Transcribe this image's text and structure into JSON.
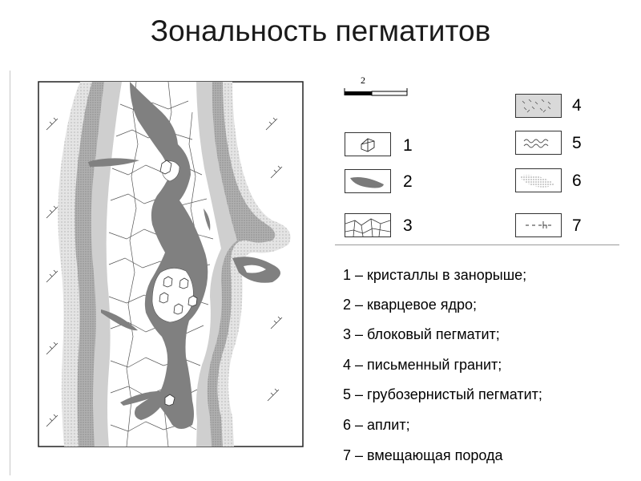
{
  "title": "Зональность пегматитов",
  "scale": {
    "label": "2"
  },
  "legend": [
    {
      "num": "1",
      "symbol": "crystal-symbol-icon",
      "text": "1 – кристаллы в занорыше;"
    },
    {
      "num": "2",
      "symbol": "quartz-core-symbol-icon",
      "text": "2 – кварцевое ядро;"
    },
    {
      "num": "3",
      "symbol": "block-pegmatite-symbol-icon",
      "text": "3 – блоковый пегматит;"
    },
    {
      "num": "4",
      "symbol": "graphic-granite-symbol-icon",
      "text": "4 – письменный гранит;"
    },
    {
      "num": "5",
      "symbol": "coarse-pegmatite-symbol-icon",
      "text": "5 – грубозернистый пегматит;"
    },
    {
      "num": "6",
      "symbol": "aplite-symbol-icon",
      "text": "6 – аплит;"
    },
    {
      "num": "7",
      "symbol": "host-rock-symbol-icon",
      "text": "7 – вмещающая порода"
    }
  ],
  "colors": {
    "quartz_core": "#808080",
    "coarse_pegmatite": "#a6a6a6",
    "graphic_granite": "#cfcfcf",
    "aplite": "#e2e2e2",
    "block_pegmatite": "#ffffff"
  }
}
